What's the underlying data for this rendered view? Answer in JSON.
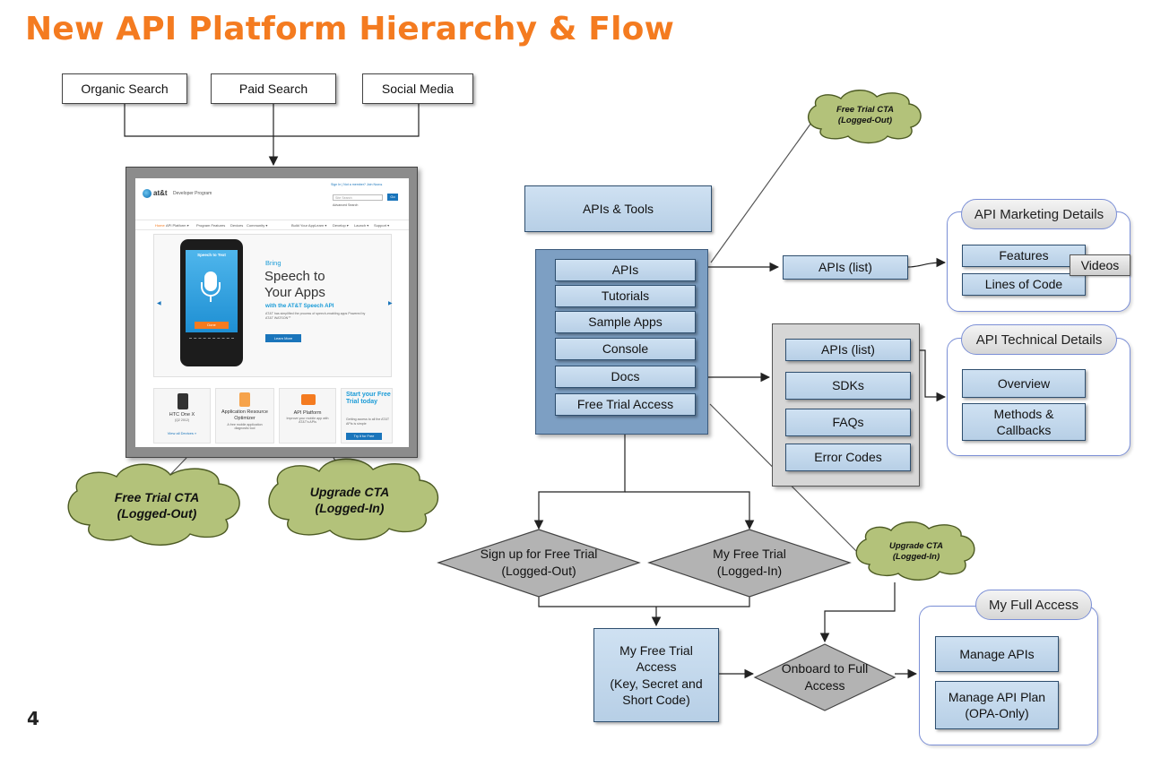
{
  "title": "New API Platform Hierarchy & Flow",
  "page_number": "4",
  "traffic_sources": [
    "Organic Search",
    "Paid Search",
    "Social Media"
  ],
  "screenshot": {
    "brand": "at&t",
    "program": "Developer Program",
    "top_links": "Sign In | Not a member? Join Now ▸",
    "search_placeholder": "Site Search",
    "search_button": "Go",
    "advanced_search": "Advanced Search",
    "nav": [
      "Home",
      "API Platform ▾",
      "Program Features",
      "Devices",
      "Community ▾",
      "Build Your App",
      "Learn ▾",
      "Develop ▾",
      "Launch ▾",
      "Support ▾"
    ],
    "phone_header": "Speech to Text",
    "phone_button": "Done",
    "hero_kicker": "Bring",
    "hero_line1": "Speech to",
    "hero_line2": "Your Apps",
    "hero_sub": "with the AT&T Speech API",
    "hero_body": "AT&T has simplified the process of speech-enabling apps Powered by AT&T WATSON℠",
    "hero_button": "Learn More",
    "products": [
      {
        "title": "HTC One X",
        "sub": "(Q2 2012)",
        "link": "View all Devices »"
      },
      {
        "title": "Application Resource Optimizer",
        "sub": "A free mobile application diagnostic tool"
      },
      {
        "title": "API Platform",
        "sub": "Improve your mobile app with AT&T's APIs"
      },
      {
        "title": "Start your Free Trial today",
        "sub": "Getting access to all the AT&T APIs is simple",
        "button": "Try it for Free"
      }
    ]
  },
  "clouds": {
    "left_free_trial": [
      "Free Trial CTA",
      "(Logged-Out)"
    ],
    "upgrade_left": [
      "Upgrade CTA",
      "(Logged-In)"
    ],
    "top_free_trial": [
      "Free Trial CTA",
      "(Logged-Out)"
    ],
    "upgrade_right": [
      "Upgrade CTA",
      "(Logged-In)"
    ]
  },
  "apis_tools": {
    "header": "APIs & Tools",
    "items": [
      "APIs",
      "Tutorials",
      "Sample Apps",
      "Console",
      "Docs",
      "Free Trial Access"
    ]
  },
  "apis_list_marketing": "APIs (list)",
  "marketing": {
    "title": "API Marketing Details",
    "features": "Features",
    "videos": "Videos",
    "lines_of_code": "Lines of Code"
  },
  "docs_group": [
    "APIs (list)",
    "SDKs",
    "FAQs",
    "Error Codes"
  ],
  "technical": {
    "title": "API Technical Details",
    "overview": "Overview",
    "methods": [
      "Methods &",
      "Callbacks"
    ]
  },
  "decisions": {
    "signup": [
      "Sign up for Free Trial",
      "(Logged-Out)"
    ],
    "my_trial": [
      "My Free Trial",
      "(Logged-In)"
    ],
    "onboard": [
      "Onboard to Full",
      "Access"
    ]
  },
  "my_trial_access": [
    "My Free Trial",
    "Access",
    "(Key, Secret and",
    "Short Code)"
  ],
  "full_access": {
    "title": "My Full Access",
    "manage_apis": "Manage APIs",
    "manage_plan": [
      "Manage API Plan",
      "(OPA-Only)"
    ]
  },
  "colors": {
    "title": "#f47b20",
    "blue_box": "#b7cfe6",
    "blue_panel": "#7d9fc3",
    "cloud": "#b3c27a",
    "diamond": "#b3b3b3",
    "group_border": "#7b8fd6"
  }
}
